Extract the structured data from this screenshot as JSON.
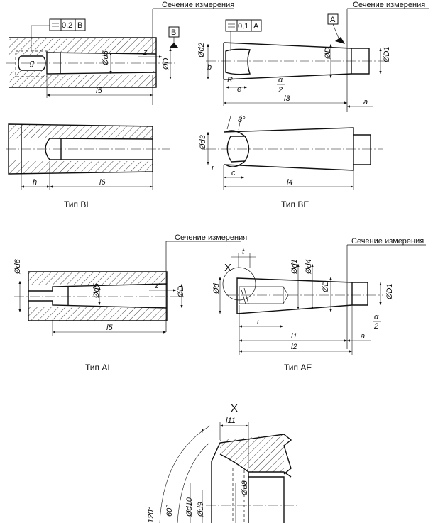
{
  "section_label": "Сечение измерения",
  "captions": {
    "bi": "Тип BI",
    "be": "Тип BE",
    "ai": "Тип AI",
    "ae": "Тип AE"
  },
  "detail_label": "X",
  "datums": {
    "a": "A",
    "b": "B"
  },
  "tolerances": {
    "bi": {
      "value": "0,2",
      "datum": "B"
    },
    "be": {
      "value": "0,1",
      "datum": "A"
    }
  },
  "dims": {
    "d": "Ød",
    "d1": "Ød1",
    "d2": "Ød2",
    "d3": "Ød3",
    "d4": "Ød4",
    "d5": "Ød5",
    "d6": "Ød6",
    "d8": "Ød8",
    "d9": "Ød9",
    "d10": "Ød10",
    "D": "ØD",
    "D1": "ØD1",
    "l1": "l1",
    "l2": "l2",
    "l3": "l3",
    "l4": "l4",
    "l5": "l5",
    "l6": "l6",
    "l11": "l11",
    "a": "a",
    "b": "b",
    "c": "c",
    "e": "e",
    "g": "g",
    "h": "h",
    "i": "i",
    "r": "r",
    "R": "R",
    "t": "t",
    "z": "z",
    "alpha_num": "α",
    "alpha_den": "2",
    "angle_8": "8°",
    "angle_60": "60°",
    "angle_120": "120°"
  }
}
